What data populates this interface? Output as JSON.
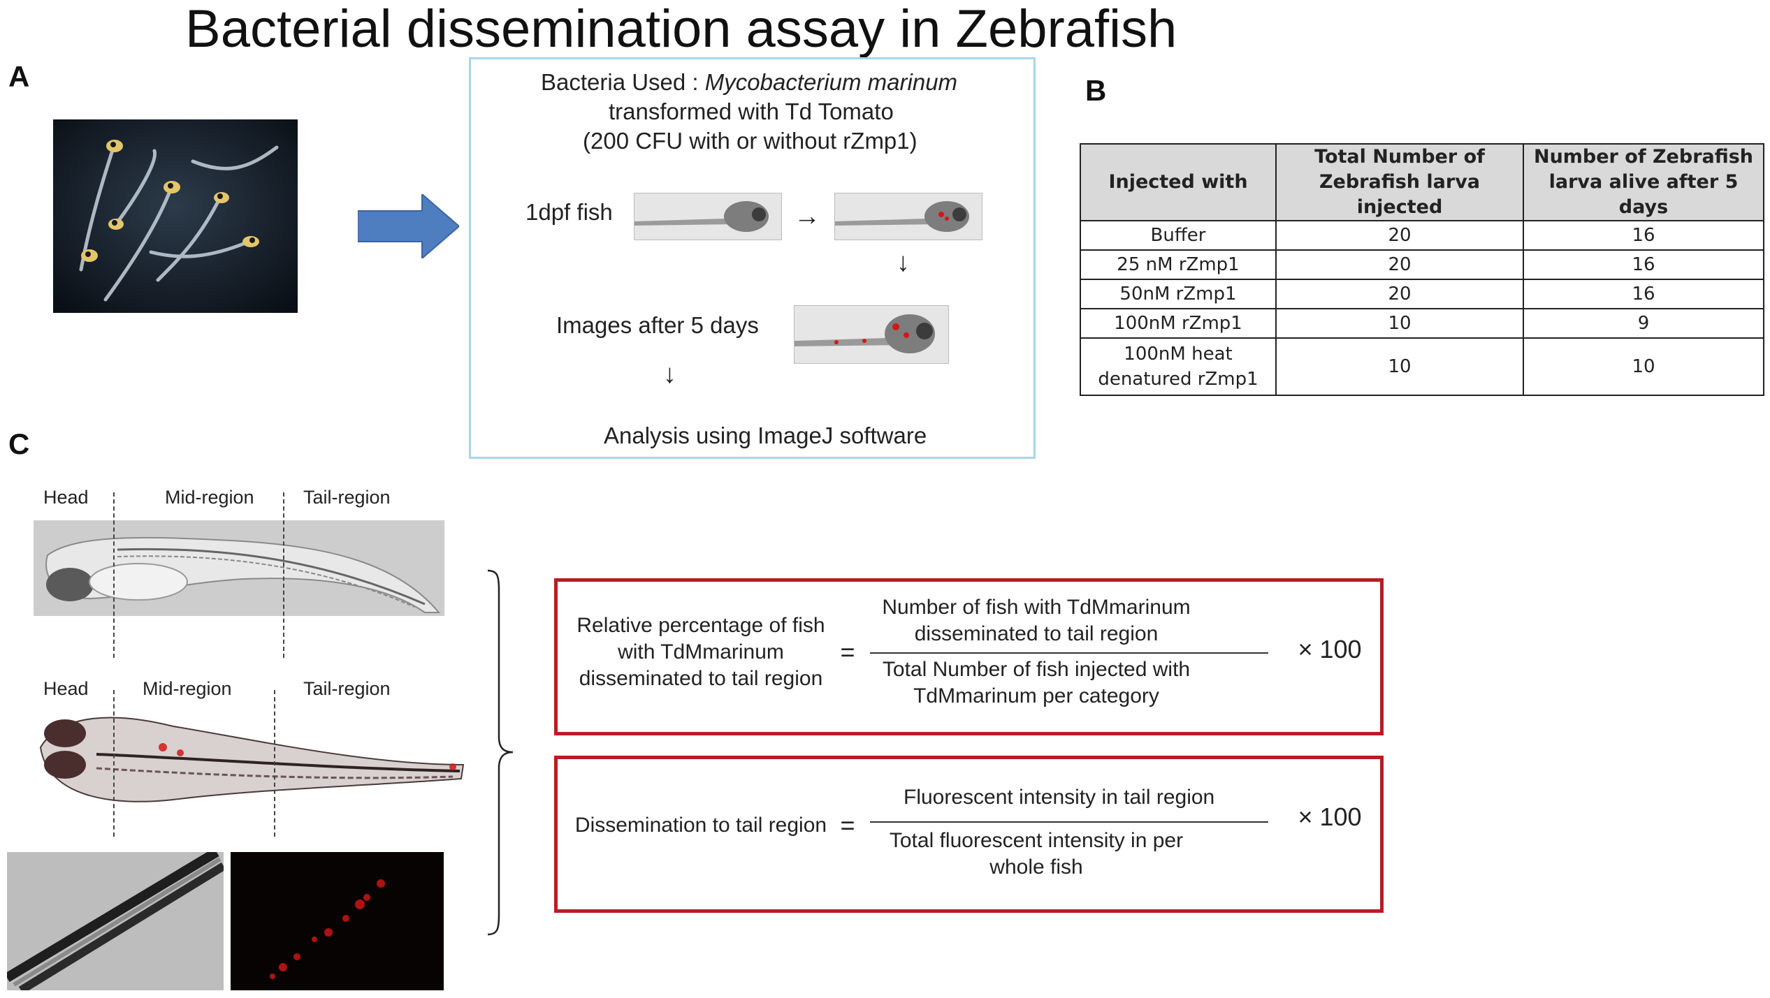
{
  "title": "Bacterial dissemination assay in Zebrafish",
  "panels": {
    "a": "A",
    "b": "B",
    "c": "C"
  },
  "protocol": {
    "line1_prefix": "Bacteria Used : ",
    "line1_species": "Mycobacterium marinum",
    "line2": "transformed with Td Tomato",
    "line3": "(200 CFU with or without rZmp1)",
    "stage_label": "1dpf fish",
    "after_label": "Images after 5  days",
    "analysis_label": "Analysis using ImageJ software"
  },
  "table": {
    "headers": [
      "Injected with",
      "Total Number of Zebrafish larva injected",
      "Number of Zebrafish larva alive after 5 days"
    ],
    "rows": [
      [
        "Buffer",
        "20",
        "16"
      ],
      [
        "25 nM rZmp1",
        "20",
        "16"
      ],
      [
        "50nM rZmp1",
        "20",
        "16"
      ],
      [
        "100nM rZmp1",
        "10",
        "9"
      ],
      [
        "100nM heat denatured rZmp1",
        "10",
        "10"
      ]
    ]
  },
  "regions": {
    "top": [
      "Head",
      "Mid-region",
      "Tail-region"
    ],
    "bottom": [
      "Head",
      "Mid-region",
      "Tail-region"
    ]
  },
  "formula1": {
    "lhs": "Relative percentage of fish with TdMmarinum disseminated to tail region",
    "equals": "=",
    "numerator": "Number of fish with TdMmarinum disseminated to tail region",
    "denominator": "Total Number of fish injected with TdMmarinum per category",
    "multiplier": "× 100"
  },
  "formula2": {
    "lhs": "Dissemination to tail region",
    "equals": "=",
    "numerator": "Fluorescent intensity in tail region",
    "denominator": "Total fluorescent intensity in per whole fish",
    "multiplier": "× 100"
  },
  "colors": {
    "arrow": "#4f7ec0",
    "box_border": "#a9d6e6",
    "formula_border": "#b81c24",
    "fluorescence": "#d21818"
  }
}
